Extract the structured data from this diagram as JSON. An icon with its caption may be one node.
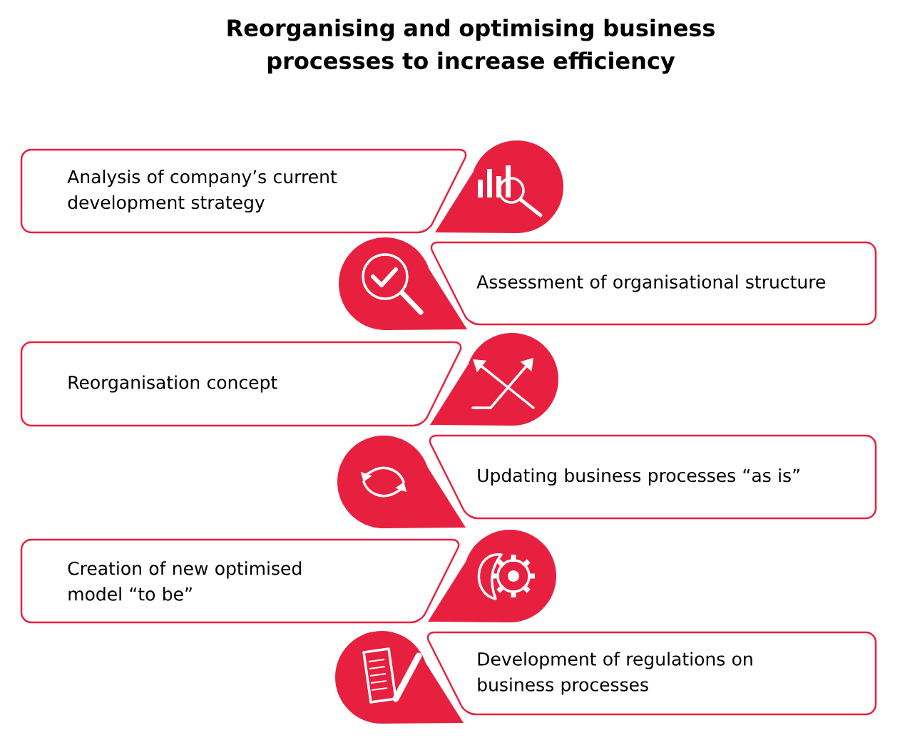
{
  "diagram": {
    "title": "Reorganising and optimising business processes to increase efficiency",
    "nodes": [
      {
        "text": [
          "Analysis of company’s current development strategy"
        ]
      },
      {
        "text": [
          "Assessment of organisational structure"
        ]
      },
      {
        "text": [
          "Reorganisation concept"
        ]
      },
      {
        "text": [
          "Updating business processes “as is”"
        ]
      },
      {
        "text": [
          "Creation of new optimised model “to be”"
        ]
      },
      {
        "text": [
          "Development of regulations on business processes"
        ]
      }
    ]
  }
}
